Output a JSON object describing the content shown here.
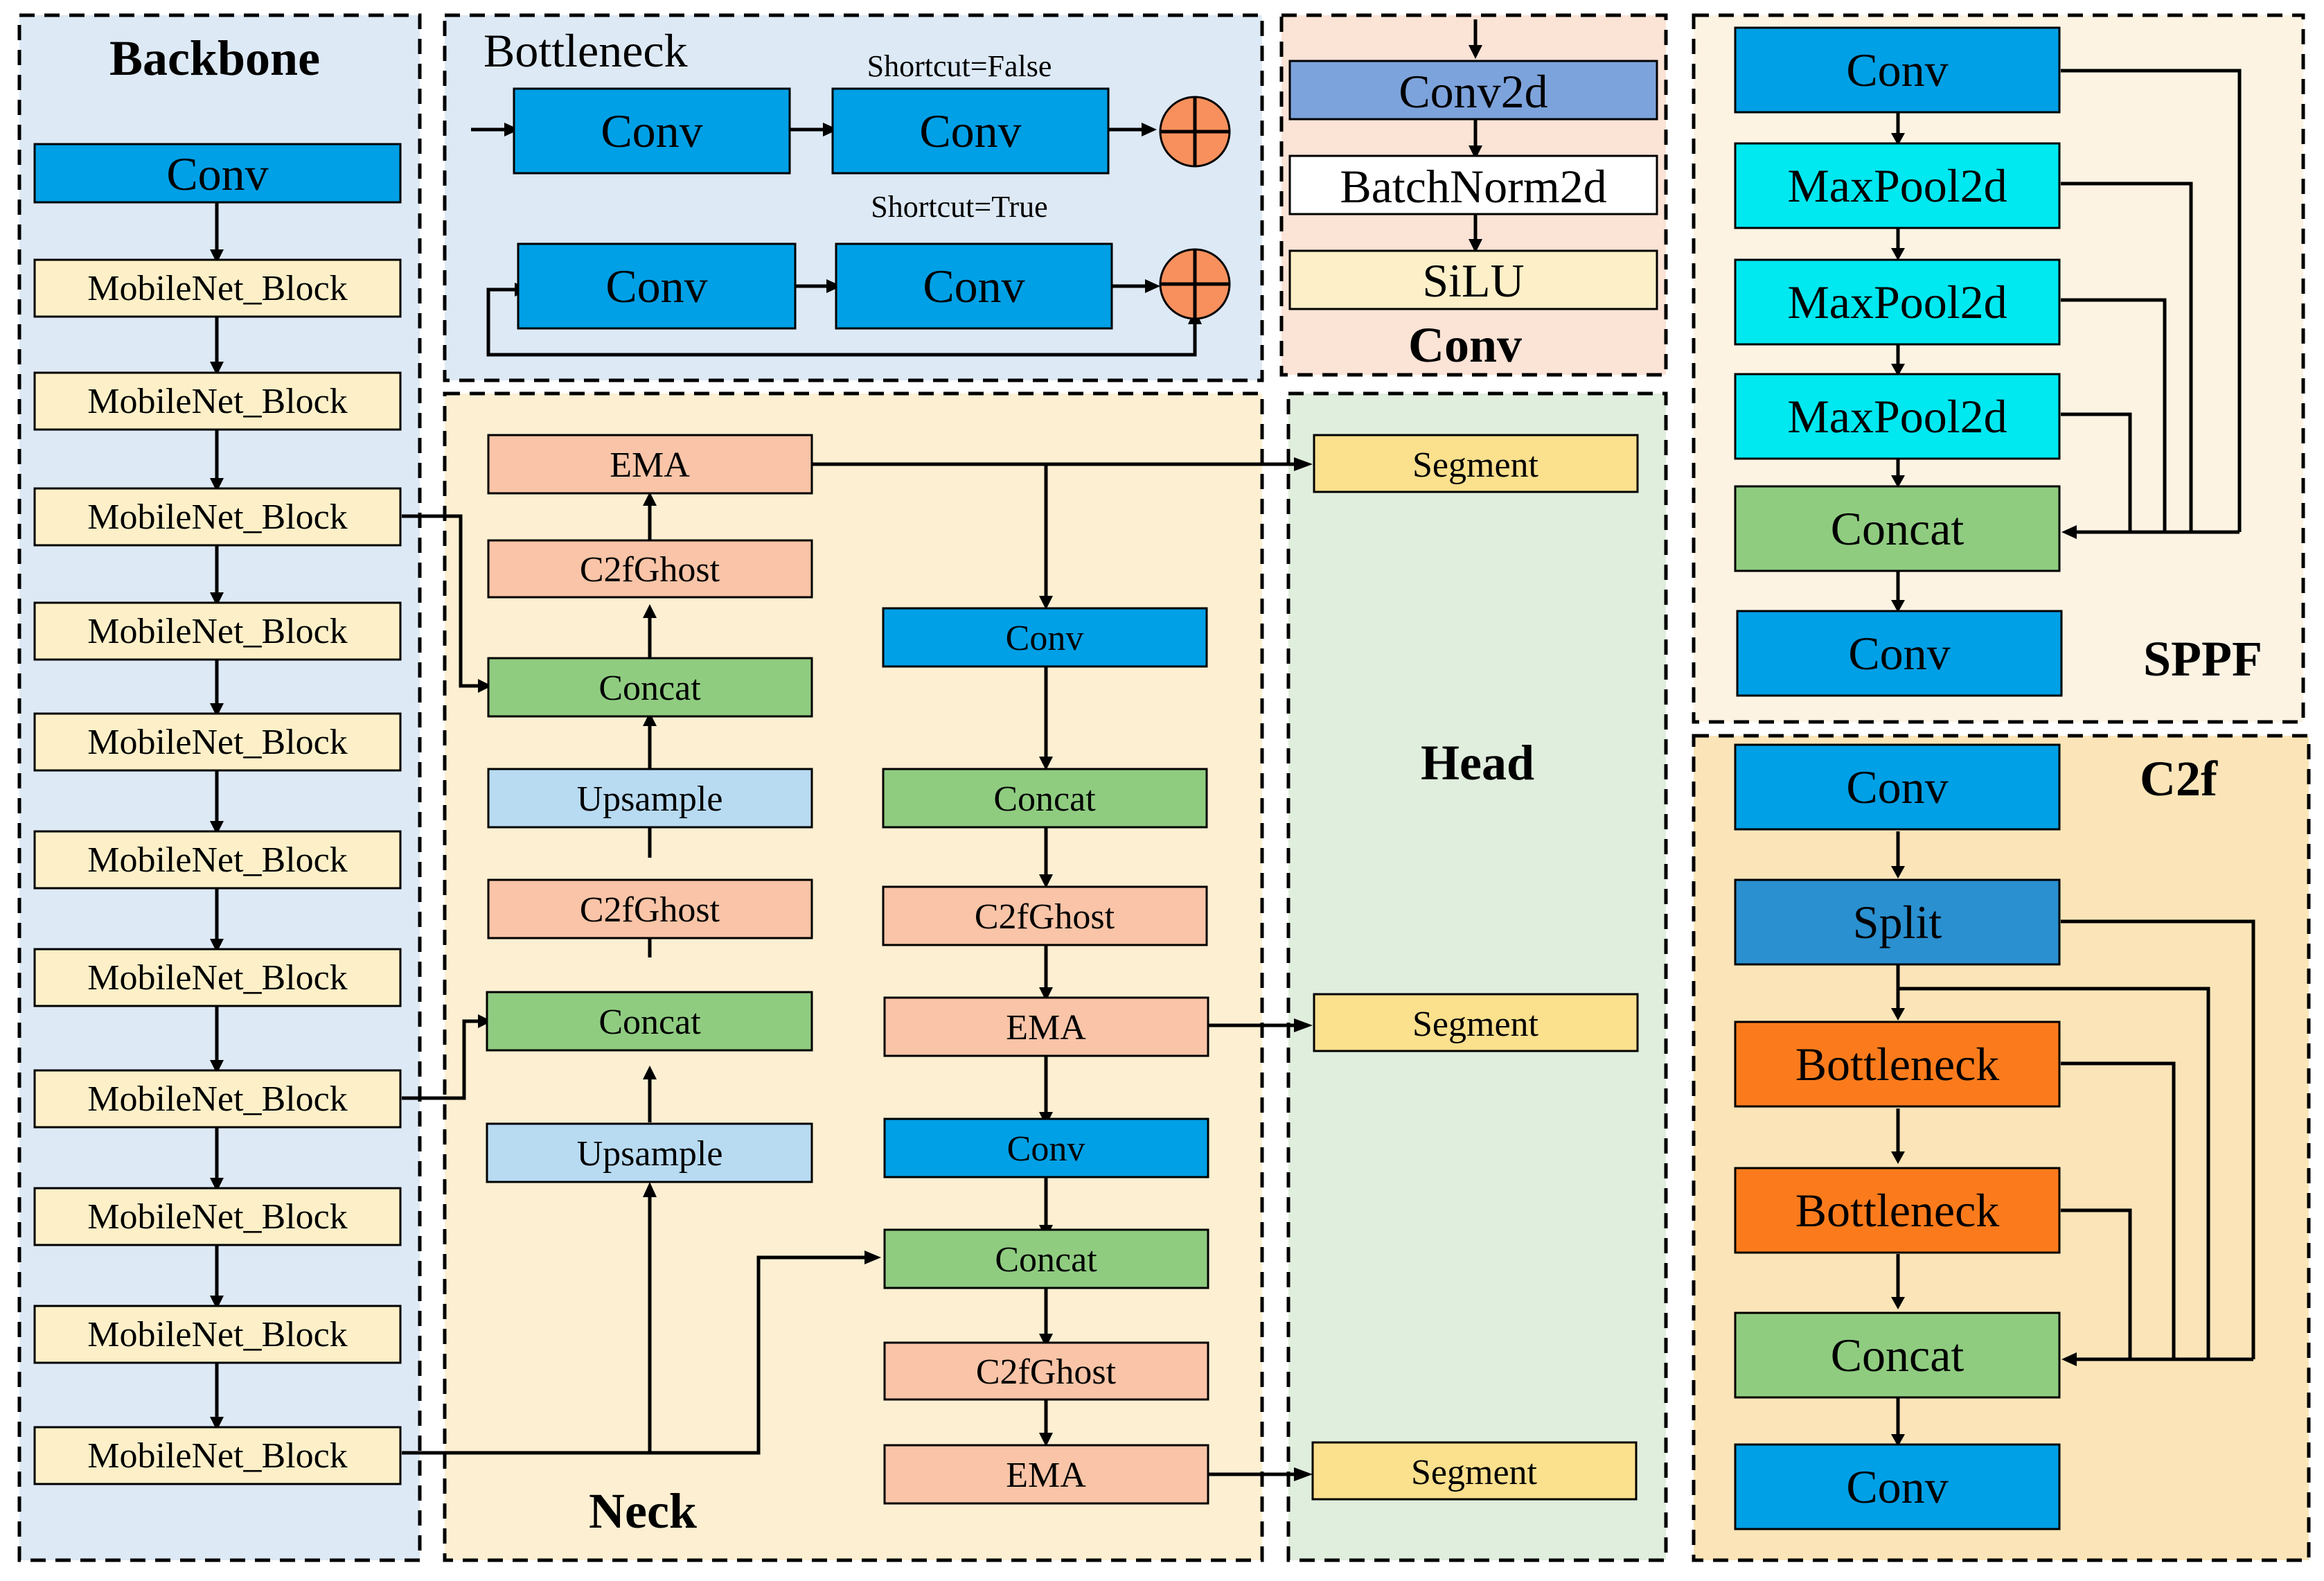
{
  "colors": {
    "backbone_bg": "#dde9f5",
    "bottleneck_bg": "#dde9f5",
    "conv_panel_bg": "#fbe3d6",
    "sppf_bg": "#fdf3e3",
    "neck_bg": "#fcefd2",
    "head_bg": "#e0eedd",
    "c2f_bg": "#fbe5b8",
    "conv_blue": "#00a0e6",
    "split_blue": "#2a90d0",
    "conv2d_blue": "#7da3dc",
    "cyan": "#00e8f0",
    "green": "#8fcc80",
    "orange": "#fb7b1c",
    "salmon": "#f9c4a7",
    "cream": "#fdf0c8",
    "light_blue": "#b8dbf2",
    "yellow": "#fbe08d",
    "add_circle": "#f7905c"
  },
  "titles": {
    "backbone": "Backbone",
    "bottleneck": "Bottleneck",
    "conv": "Conv",
    "sppf": "SPPF",
    "head": "Head",
    "neck": "Neck",
    "c2f": "C2f"
  },
  "backbone": {
    "blocks": [
      "Conv",
      "MobileNet_Block",
      "MobileNet_Block",
      "MobileNet_Block",
      "MobileNet_Block",
      "MobileNet_Block",
      "MobileNet_Block",
      "MobileNet_Block",
      "MobileNet_Block",
      "MobileNet_Block",
      "MobileNet_Block",
      "MobileNet_Block"
    ]
  },
  "bottleneck": {
    "shortcut_false": "Shortcut=False",
    "shortcut_true": "Shortcut=True",
    "blocks": [
      "Conv",
      "Conv",
      "Conv",
      "Conv"
    ],
    "add_icon": "add-circle"
  },
  "conv_module": {
    "blocks": [
      "Conv2d",
      "BatchNorm2d",
      "SiLU"
    ]
  },
  "sppf": {
    "blocks": [
      "Conv",
      "MaxPool2d",
      "MaxPool2d",
      "MaxPool2d",
      "Concat",
      "Conv"
    ]
  },
  "c2f": {
    "blocks": [
      "Conv",
      "Split",
      "Bottleneck",
      "Bottleneck",
      "Concat",
      "Conv"
    ]
  },
  "neck": {
    "left": [
      "EMA",
      "C2fGhost",
      "Concat",
      "Upsample",
      "C2fGhost",
      "Concat",
      "Upsample"
    ],
    "right": [
      "Conv",
      "Concat",
      "C2fGhost",
      "EMA",
      "Conv",
      "Concat",
      "C2fGhost",
      "EMA"
    ]
  },
  "head": {
    "segments": [
      "Segment",
      "Segment",
      "Segment"
    ]
  }
}
